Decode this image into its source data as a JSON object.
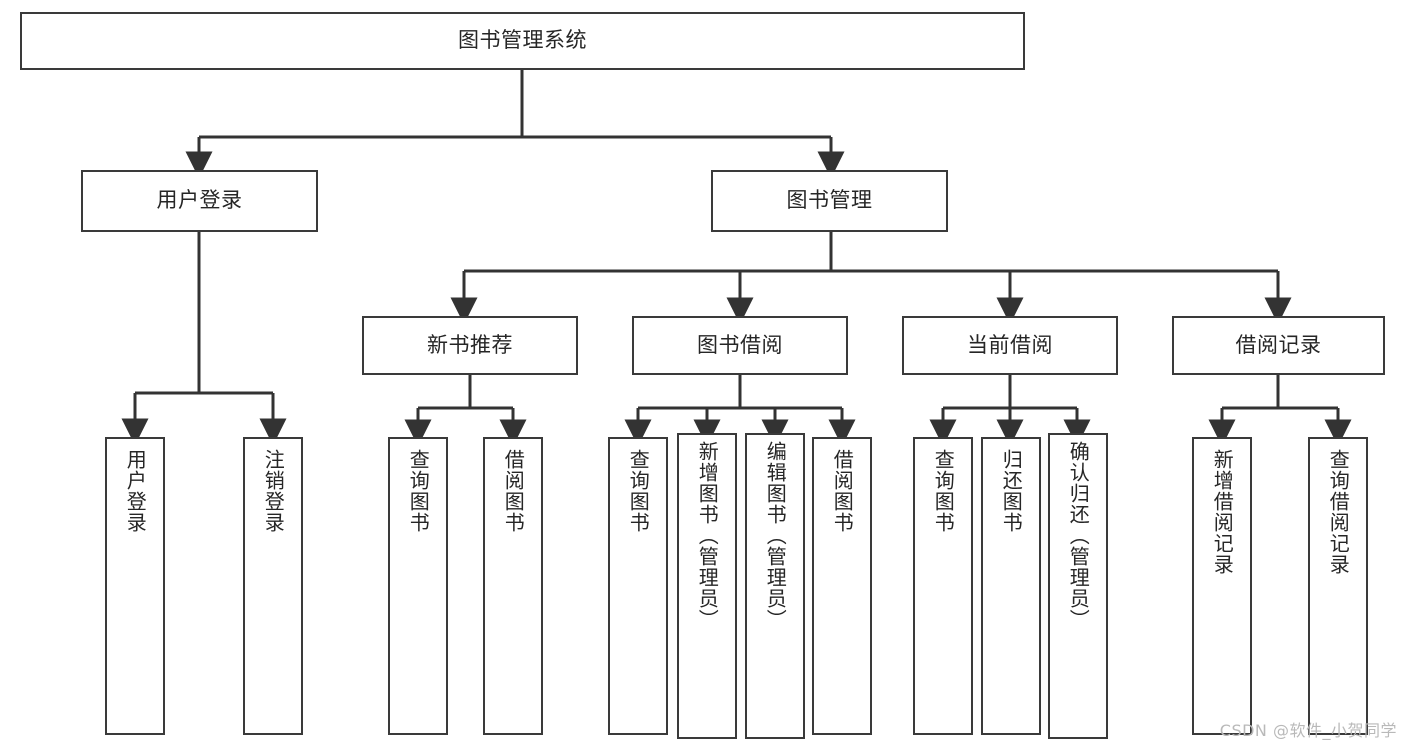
{
  "diagram": {
    "title": "图书管理系统",
    "root": {
      "label": "图书管理系统"
    },
    "level2": [
      {
        "label": "用户登录"
      },
      {
        "label": "图书管理"
      }
    ],
    "level3": [
      {
        "label": "新书推荐"
      },
      {
        "label": "图书借阅"
      },
      {
        "label": "当前借阅"
      },
      {
        "label": "借阅记录"
      }
    ],
    "leaves_user_login": [
      {
        "label": "用户登录"
      },
      {
        "label": "注销登录"
      }
    ],
    "leaves_new_book": [
      {
        "label": "查询图书"
      },
      {
        "label": "借阅图书"
      }
    ],
    "leaves_borrow": [
      {
        "label": "查询图书"
      },
      {
        "label": "新增图书（管理员）"
      },
      {
        "label": "编辑图书（管理员）"
      },
      {
        "label": "借阅图书"
      }
    ],
    "leaves_current": [
      {
        "label": "查询图书"
      },
      {
        "label": "归还图书"
      },
      {
        "label": "确认归还（管理员）"
      }
    ],
    "leaves_records": [
      {
        "label": "新增借阅记录"
      },
      {
        "label": "查询借阅记录"
      }
    ],
    "watermark": "CSDN @软件_小贺同学",
    "colors": {
      "box_border": "#3a3a3a",
      "box_fill": "#ffffff",
      "text": "#262626",
      "edge": "#333333",
      "watermark": "#b9b9b9",
      "background": "#ffffff"
    }
  }
}
